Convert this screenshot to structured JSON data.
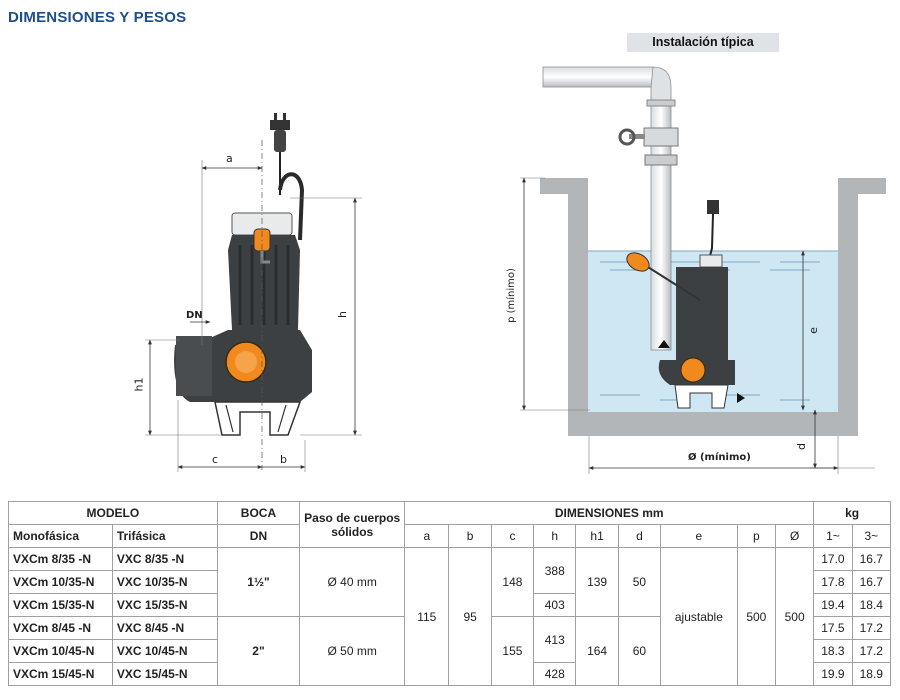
{
  "page": {
    "title": "DIMENSIONES Y PESOS"
  },
  "installation": {
    "label": "Instalación típica",
    "labels": {
      "p": "p (mínimo)",
      "e": "e",
      "d": "d",
      "diam": "Ø (mínimo)"
    }
  },
  "pump_drawing": {
    "labels": {
      "a": "a",
      "dn": "DN",
      "h": "h",
      "h1": "h1",
      "c": "c",
      "b": "b"
    }
  },
  "table": {
    "group_headers": {
      "modelo": "MODELO",
      "boca": "BOCA",
      "paso": "Paso de cuerpos sólidos",
      "dimensiones": "DIMENSIONES mm",
      "kg": "kg"
    },
    "sub_headers": {
      "mono": "Monofásica",
      "tri": "Trifásica",
      "dn": "DN",
      "a": "a",
      "b": "b",
      "c": "c",
      "h": "h",
      "h1": "h1",
      "d": "d",
      "e": "e",
      "p": "p",
      "diam": "Ø",
      "kg1": "1~",
      "kg3": "3~"
    },
    "rows": [
      {
        "mono": "VXCm 8/35  -N",
        "tri": "VXC 8/35  -N",
        "kg1": "17.0",
        "kg3": "16.7"
      },
      {
        "mono": "VXCm 10/35-N",
        "tri": "VXC 10/35-N",
        "kg1": "17.8",
        "kg3": "16.7"
      },
      {
        "mono": "VXCm 15/35-N",
        "tri": "VXC 15/35-N",
        "kg1": "19.4",
        "kg3": "18.4"
      },
      {
        "mono": "VXCm 8/45  -N",
        "tri": "VXC 8/45  -N",
        "kg1": "17.5",
        "kg3": "17.2"
      },
      {
        "mono": "VXCm 10/45-N",
        "tri": "VXC 10/45-N",
        "kg1": "18.3",
        "kg3": "17.2"
      },
      {
        "mono": "VXCm 15/45-N",
        "tri": "VXC 15/45-N",
        "kg1": "19.9",
        "kg3": "18.9"
      }
    ],
    "groups": [
      {
        "dn": "1½\"",
        "paso": "Ø 40 mm",
        "c": "148",
        "h_a": "388",
        "h_b": "403",
        "h1": "139",
        "d": "50"
      },
      {
        "dn": "2\"",
        "paso": "Ø 50 mm",
        "c": "155",
        "h_a": "413",
        "h_b": "428",
        "h1": "164",
        "d": "60"
      }
    ],
    "common": {
      "a": "115",
      "b": "95",
      "e": "ajustable",
      "p": "500",
      "diam": "500"
    }
  },
  "colors": {
    "title": "#1d4f8c",
    "pump_body": "#3d4043",
    "impeller": "#f08a1e",
    "water": "#cfe6f3",
    "concrete": "#b3b6b9"
  }
}
